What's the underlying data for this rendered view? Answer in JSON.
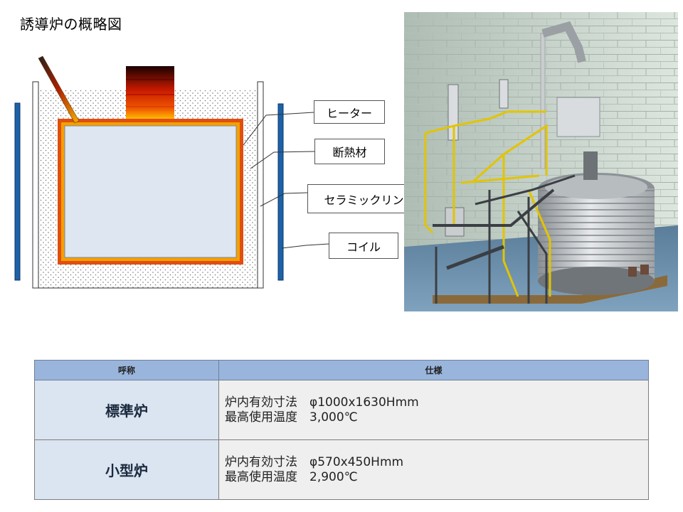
{
  "title": "誘導炉の概略図",
  "labels": {
    "heater": "ヒーター",
    "insulation": "断熱材",
    "ceramic_ring": "セラミックリング",
    "coil": "コイル"
  },
  "colors": {
    "coil": "#1d62a8",
    "heater_outer": "#e04e10",
    "heater_inner": "#f4a000",
    "chamber": "#dde6f1",
    "table_header": "#9ab5dc",
    "table_name_cell": "#dbe4f1"
  },
  "table": {
    "headers": [
      "呼称",
      "仕様"
    ],
    "rows": [
      {
        "name": "標準炉",
        "specs": [
          "炉内有効寸法　φ1000x1630Hmm",
          "最高使用温度　3,000℃"
        ]
      },
      {
        "name": "小型炉",
        "specs": [
          "炉内有効寸法　φ570x450Hmm",
          "最高使用温度　2,900℃"
        ]
      }
    ]
  }
}
